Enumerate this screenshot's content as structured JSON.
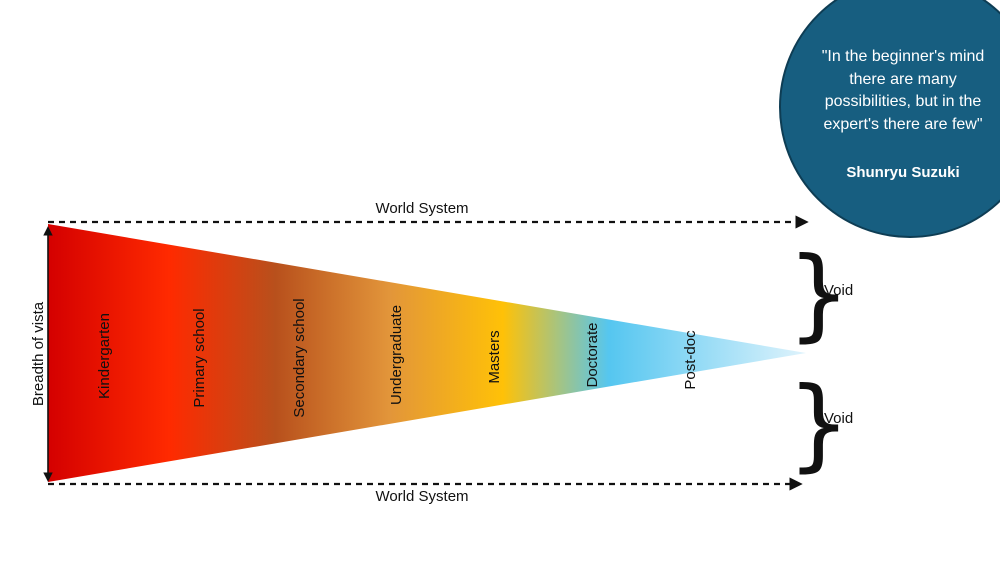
{
  "top_label": "World System",
  "bottom_label": "World System",
  "axis_label": "Breadth of vista",
  "stages": [
    "Kindergarten",
    "Primary school",
    "Secondary school",
    "Undergraduate",
    "Masters",
    "Doctorate",
    "Post-doc"
  ],
  "void_labels": [
    "Void",
    "Void"
  ],
  "quote": {
    "text": "\"In the beginner's mind there are many possibilities, but in the expert's there are few\"",
    "author": "Shunryu Suzuki"
  },
  "colors": {
    "funnel_gradient": [
      "#d40000",
      "#ff2a00",
      "#b8501c",
      "#e2953a",
      "#ffc107",
      "#55c6f0",
      "#dff3fc"
    ],
    "quote_circle": "#175e80",
    "quote_text": "#ffffff"
  }
}
